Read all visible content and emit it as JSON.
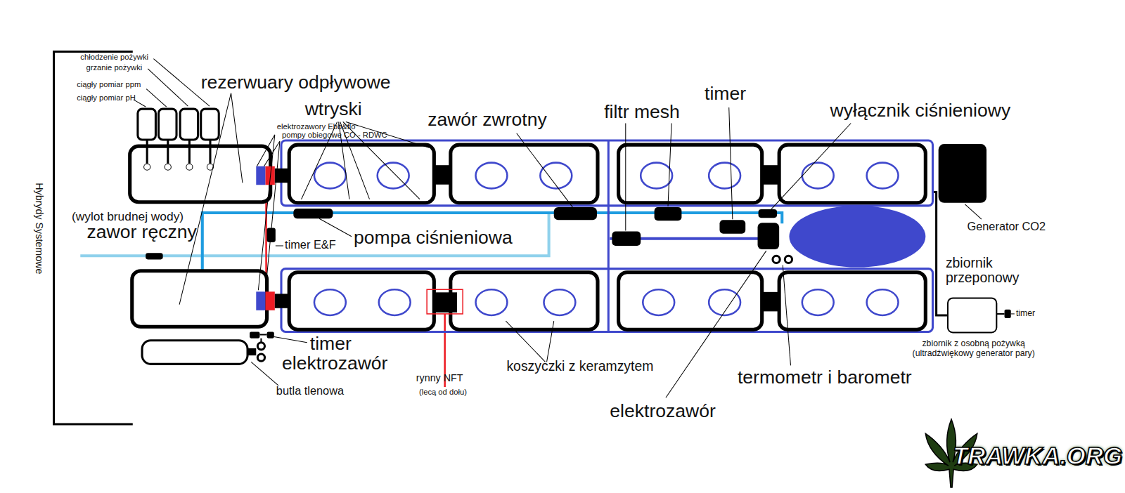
{
  "diagram": {
    "nodes": [
      {
        "text": [
          "Generator CO2"
        ]
      },
      {
        "text": [
          "zbiornik z osobną pożywką (ultradźwiękowy generator pary)"
        ]
      }
    ],
    "labels": [
      "chłodzenie pożywki",
      "grzanie pożywki",
      "ciągły pomiar ppm",
      "ciągły pomiar pH",
      "rezerwuary odpływowe",
      "wtryski",
      "elektrozawory Ebb&flo",
      "pompy obiegowe CO - RDWC",
      "zawór zwrotny",
      "filtr mesh",
      "timer",
      "wyłącznik ciśnieniowy",
      "(wylot brudnej wody)",
      "zawor ręczny",
      "timer E&F",
      "pompa ciśnieniowa",
      "zbiornik przeponowy",
      "Hybrydy Systemowe",
      "timer",
      "elektrozawór",
      "butla tlenowa",
      "rynny NFT",
      "(lecą od dołu)",
      "koszyczki z keramzytem",
      "termometr i barometr",
      "elektrozawór",
      "timer",
      "TRAWKA.ORG"
    ]
  }
}
